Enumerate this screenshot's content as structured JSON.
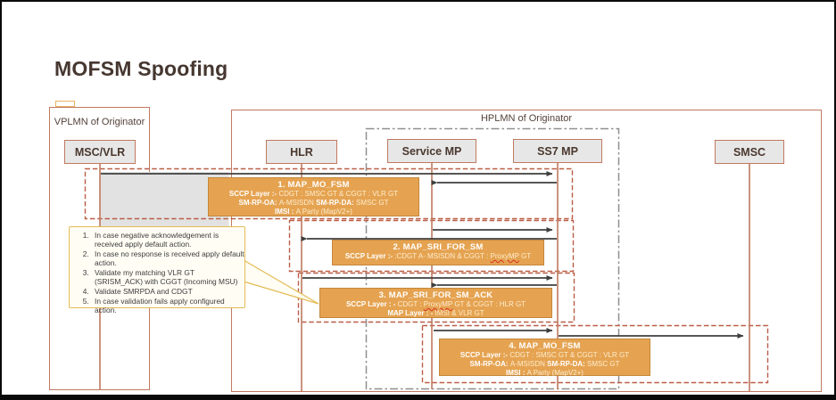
{
  "title": "MOFSM Spoofing",
  "regions": {
    "vplmn": {
      "label": "VPLMN of Originator",
      "entity": "MSC/VLR"
    },
    "hplmn": {
      "label": "HPLMN of Originator",
      "entities": [
        "HLR",
        "Service MP",
        "SS7 MP",
        "SMSC"
      ]
    }
  },
  "messages": [
    {
      "title": "1. MAP_MO_FSM",
      "lines": [
        [
          {
            "t": "SCCP Layer :- ",
            "b": true
          },
          {
            "t": "CDGT : SMSC GT & CGGT : VLR GT"
          }
        ],
        [
          {
            "t": "SM-RP-OA: ",
            "b": true
          },
          {
            "t": "A-MSISDN "
          },
          {
            "t": "SM-RP-DA: ",
            "b": true
          },
          {
            "t": "SMSC GT"
          }
        ],
        [
          {
            "t": "IMSI : ",
            "b": true
          },
          {
            "t": "A Party (MapV2+)"
          }
        ]
      ]
    },
    {
      "title": "2. MAP_SRI_FOR_SM",
      "lines": [
        [
          {
            "t": "SCCP Layer :- ",
            "b": true
          },
          {
            "t": ":CDGT  A- MSISDN & CGGT : "
          },
          {
            "t": "ProxyMP",
            "u": true
          },
          {
            "t": " GT"
          }
        ]
      ]
    },
    {
      "title": "3. MAP_SRI_FOR_SM_ACK",
      "lines": [
        [
          {
            "t": "SCCP Layer : - ",
            "b": true
          },
          {
            "t": "CDGT : "
          },
          {
            "t": "ProxyMP",
            "u": true
          },
          {
            "t": " GT  &  CGGT : HLR GT"
          }
        ],
        [
          {
            "t": "MAP Layer : - ",
            "b": true
          },
          {
            "t": "IMSI & VLR GT"
          }
        ]
      ]
    },
    {
      "title": "4. MAP_MO_FSM",
      "lines": [
        [
          {
            "t": "SCCP Layer :- ",
            "b": true
          },
          {
            "t": "CDGT : SMSC GT & CGGT : VLR GT"
          }
        ],
        [
          {
            "t": "SM-RP-OA: ",
            "b": true
          },
          {
            "t": "A-MSISDN "
          },
          {
            "t": "SM-RP-DA: ",
            "b": true
          },
          {
            "t": "SMSC GT"
          }
        ],
        [
          {
            "t": "IMSI : ",
            "b": true
          },
          {
            "t": "A Party (MapV2+)"
          }
        ]
      ]
    }
  ],
  "note": {
    "items": [
      "In case negative acknowledgement is received apply default action.",
      "In case no response is received apply default action.",
      "Validate my matching  VLR GT (SRISM_ACK) with CGGT (Incoming MSU)",
      "Validate SMRPDA and CDGT",
      "In case validation fails apply configured action."
    ]
  },
  "colors": {
    "accent_line": "#c0795f",
    "dashed_group": "#bb5e46",
    "dashdot_box": "#8f8f8f",
    "orange_fill": "#e5a351",
    "orange_border": "#c4873b",
    "entity_fill": "#e7e7e7",
    "note_border": "#e3bc56",
    "note_fill": "#fffdf4",
    "arrow": "#3f3f3f",
    "title_text": "#463730"
  }
}
